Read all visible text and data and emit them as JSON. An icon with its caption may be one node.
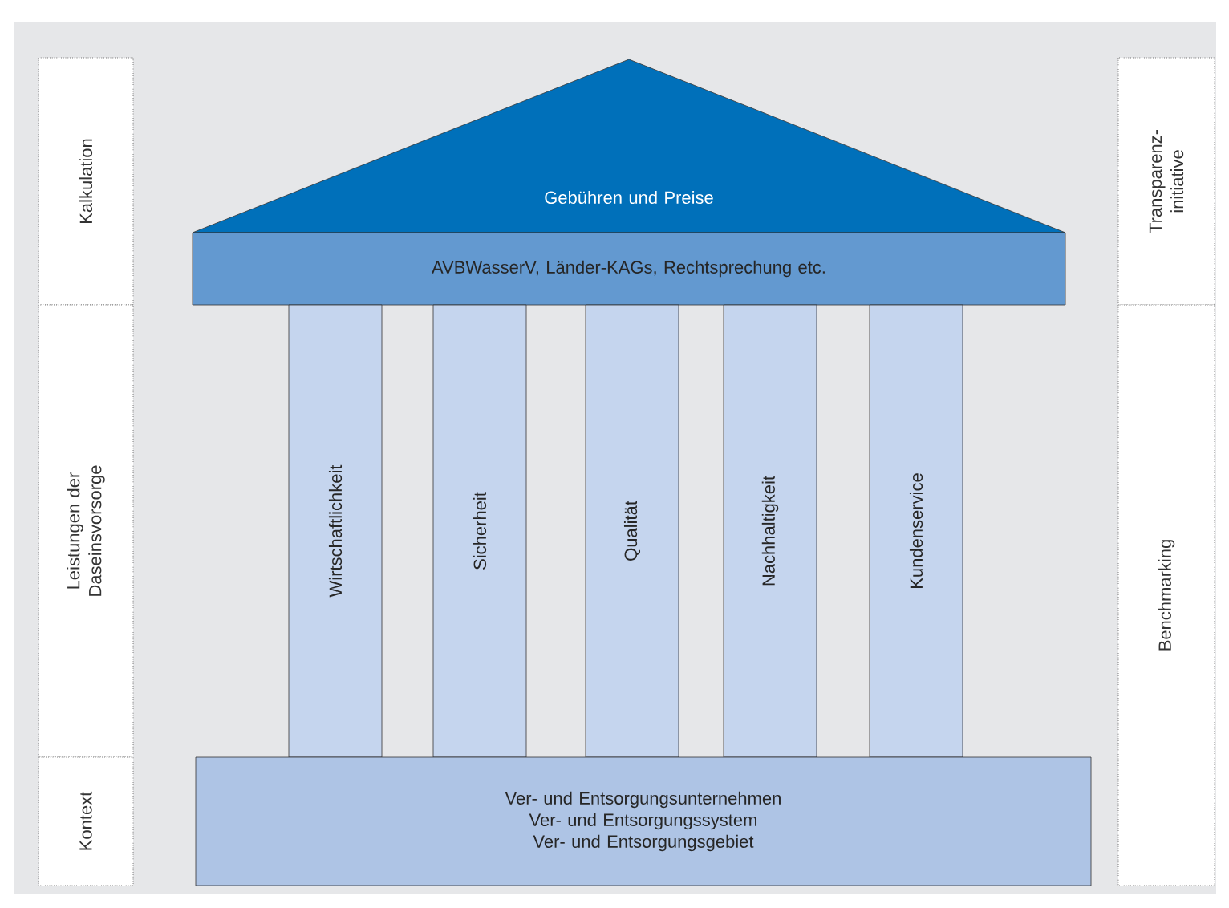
{
  "diagram": {
    "nodes": [
      {
        "text": [
          "Kalkulation"
        ]
      },
      {
        "text": [
          "Gebühren und Preise"
        ]
      },
      {
        "text": [
          "Transparenz- initiative"
        ]
      },
      {
        "text": [
          "AVBWasserV, Länder-KAGs, Rechtsprechung etc."
        ]
      },
      {
        "text": [
          "Leistungen der Daseinsvorsorge"
        ]
      },
      {
        "text": [
          "Wirtschaftlichkeit"
        ]
      },
      {
        "text": [
          "Sicherheit"
        ]
      },
      {
        "text": [
          "Qualität"
        ]
      },
      {
        "text": [
          "Nachhaltigkeit"
        ]
      },
      {
        "text": [
          "Kundenservice"
        ]
      },
      {
        "text": [
          "Benchmarking"
        ]
      },
      {
        "text": [
          "Kontext"
        ]
      },
      {
        "text": [
          "Ver- und Entsorgungsunternehmen",
          "Ver- und Entsorgungssystem",
          "Ver- und Entsorgungsgebiet"
        ]
      }
    ]
  }
}
